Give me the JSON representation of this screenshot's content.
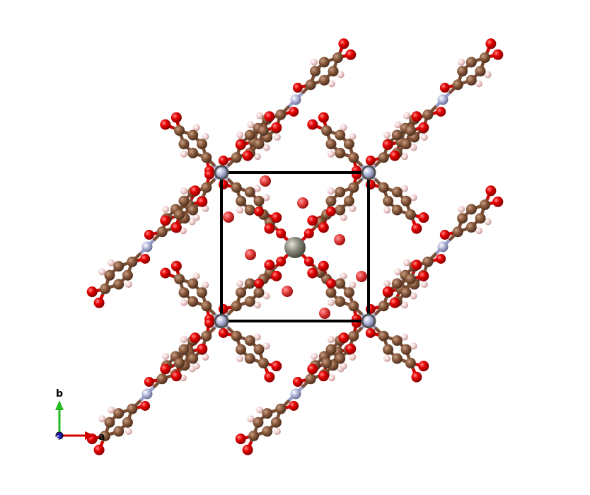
{
  "viewer": {
    "background": "#ffffff"
  },
  "unit_cell": {
    "color": "#000000",
    "description_visible": false
  },
  "atom_colors": {
    "oxygen": "#e60000",
    "carbon": "#8a5a3c",
    "hydrogen": "#f2d4d4",
    "nitrogen": "#b4b9dc",
    "metal_center": "#8c8c7f",
    "corner_metal": "#9a9aa6"
  },
  "axes": {
    "a_label": "a",
    "b_label": "b",
    "c_label": "c",
    "a_color": "#d40000",
    "b_color": "#22bb22",
    "c_color": "#1a1aaa"
  }
}
